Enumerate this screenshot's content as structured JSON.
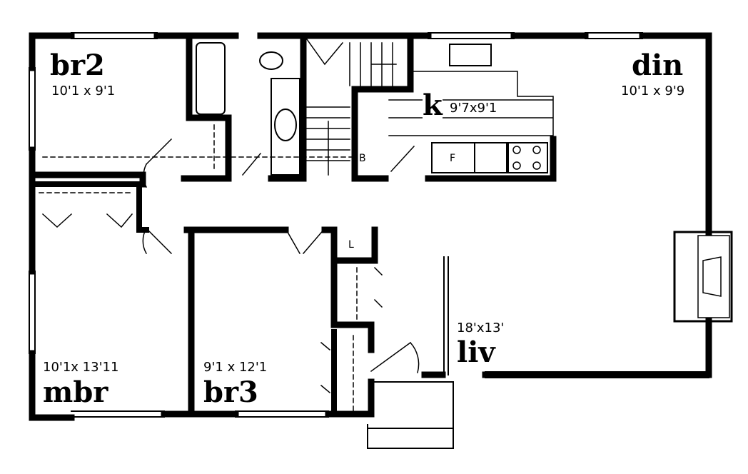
{
  "rooms": {
    "br2": {
      "name": "br2",
      "size": "10'1 x 9'1"
    },
    "kitchen": {
      "name": "k",
      "size": "9'7x9'1"
    },
    "din": {
      "name": "din",
      "size": "10'1 x 9'9"
    },
    "liv": {
      "name": "liv",
      "size": "18'x13'"
    },
    "mbr": {
      "name": "mbr",
      "size": "10'1x 13'11"
    },
    "br3": {
      "name": "br3",
      "size": "9'1 x 12'1"
    }
  },
  "fixtures": {
    "broom": "B",
    "fridge": "F",
    "linen": "L"
  }
}
